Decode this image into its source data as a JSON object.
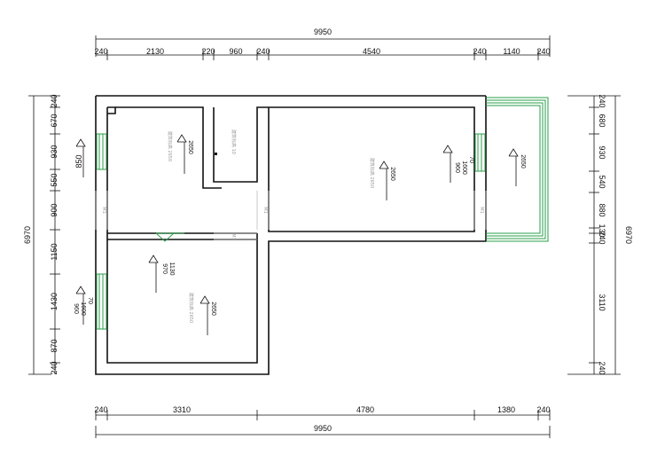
{
  "colors": {
    "line": "#111111",
    "window": "#2a9d4a",
    "faint": "#999999"
  },
  "dimensions": {
    "top_total": "9950",
    "top_segments": [
      "240",
      "2130",
      "220",
      "960",
      "240",
      "4540",
      "240",
      "1140",
      "240"
    ],
    "bottom_total": "9950",
    "bottom_segments": [
      "240",
      "3310",
      "4780",
      "1380",
      "240"
    ],
    "left_total": "6970",
    "left_segments": [
      "240",
      "670",
      "930",
      "850",
      "550",
      "900",
      "1150",
      "1430",
      "870",
      "240"
    ],
    "right_total": "6970",
    "right_segments": [
      "240",
      "680",
      "930",
      "540",
      "880",
      "130",
      "240",
      "3110",
      "240"
    ]
  },
  "rooms": {
    "upper_left_height": "2650",
    "upper_right_height": "2650",
    "lower_left_height": "2650",
    "balcony_mark": "2650"
  },
  "windows": {
    "lower_left": [
      "70",
      "1600",
      "960"
    ],
    "right_upper": [
      "70",
      "1600",
      "960"
    ],
    "door_mark": [
      "1130",
      "970"
    ]
  },
  "door_labels": {
    "a": "M1",
    "b": "M1",
    "c": "M1",
    "d": "M1"
  }
}
